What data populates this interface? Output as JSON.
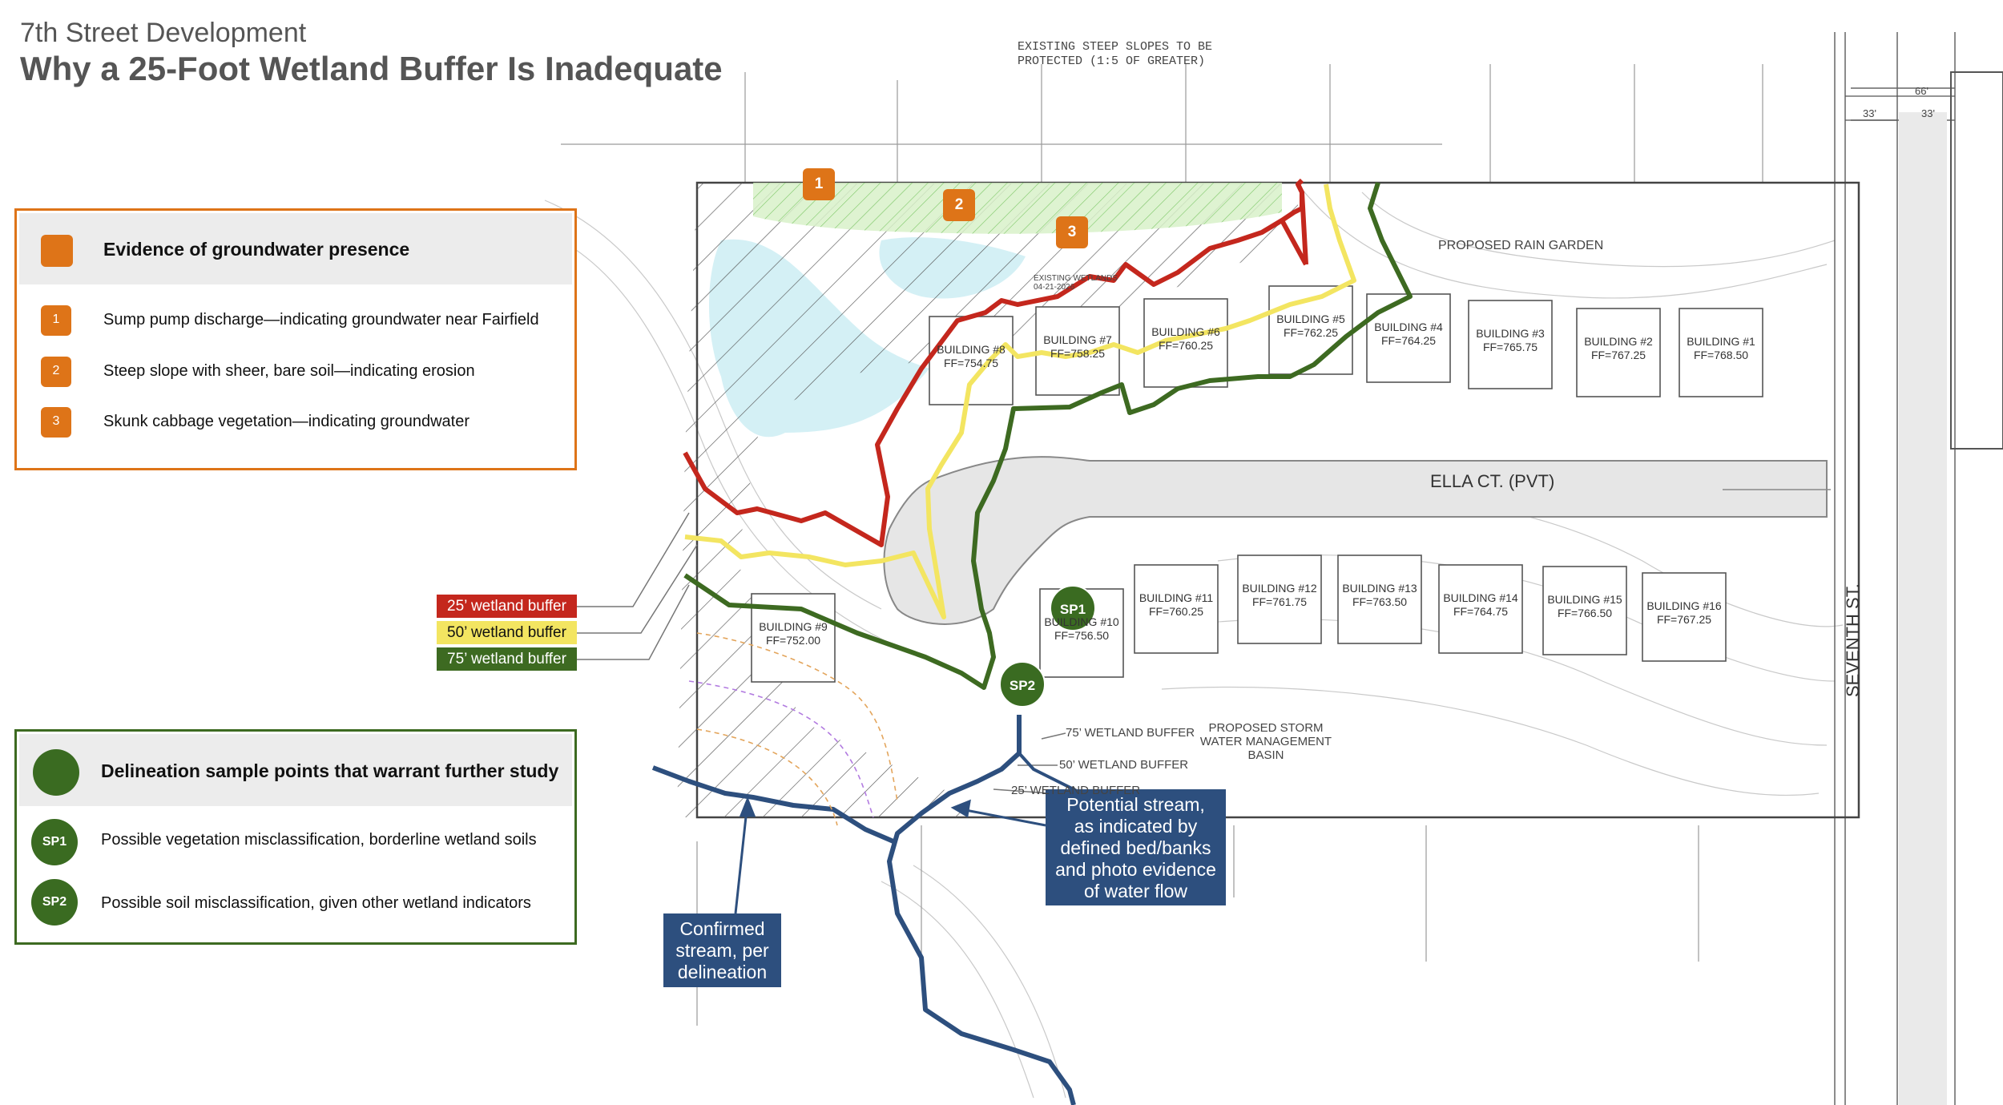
{
  "header": {
    "subtitle": "7th Street Development",
    "title": "Why a 25-Foot Wetland Buffer Is Inadequate"
  },
  "groundwater_legend": {
    "heading": "Evidence of groundwater presence",
    "items": [
      {
        "num": "1",
        "text": "Sump pump discharge—indicating groundwater near Fairfield"
      },
      {
        "num": "2",
        "text": "Steep slope with sheer, bare soil—indicating erosion"
      },
      {
        "num": "3",
        "text": "Skunk cabbage vegetation—indicating groundwater"
      }
    ]
  },
  "buffer_legend": {
    "items": [
      {
        "label": "25’ wetland buffer",
        "color": "#c4271d"
      },
      {
        "label": "50’ wetland buffer",
        "color": "#f3e561"
      },
      {
        "label": "75’ wetland buffer",
        "color": "#3d6a21"
      }
    ]
  },
  "sample_legend": {
    "heading": "Delineation sample points that warrant further study",
    "items": [
      {
        "code": "SP1",
        "text": "Possible vegetation misclassification, borderline wetland soils"
      },
      {
        "code": "SP2",
        "text": "Possible soil misclassification, given other wetland indicators"
      }
    ]
  },
  "callouts": {
    "potential_stream": [
      "Potential stream,",
      "as indicated by",
      "defined bed/banks",
      "and photo evidence",
      "of water flow"
    ],
    "confirmed_stream": [
      "Confirmed",
      "stream, per",
      "delineation"
    ]
  },
  "map_markers": {
    "groundwater": [
      "1",
      "2",
      "3"
    ],
    "samples": [
      "SP1",
      "SP2"
    ]
  },
  "plan": {
    "buildings": [
      {
        "name": "BUILDING #1",
        "ff": "FF=768.50"
      },
      {
        "name": "BUILDING #2",
        "ff": "FF=767.25"
      },
      {
        "name": "BUILDING #3",
        "ff": "FF=765.75"
      },
      {
        "name": "BUILDING #4",
        "ff": "FF=764.25"
      },
      {
        "name": "BUILDING #5",
        "ff": "FF=762.25"
      },
      {
        "name": "BUILDING #6",
        "ff": "FF=760.25"
      },
      {
        "name": "BUILDING #7",
        "ff": "FF=758.25"
      },
      {
        "name": "BUILDING #8",
        "ff": "FF=754.75"
      },
      {
        "name": "BUILDING #9",
        "ff": "FF=752.00"
      },
      {
        "name": "BUILDING #10",
        "ff": "FF=756.50"
      },
      {
        "name": "BUILDING #11",
        "ff": "FF=760.25"
      },
      {
        "name": "BUILDING #12",
        "ff": "FF=761.75"
      },
      {
        "name": "BUILDING #13",
        "ff": "FF=763.50"
      },
      {
        "name": "BUILDING #14",
        "ff": "FF=764.75"
      },
      {
        "name": "BUILDING #15",
        "ff": "FF=766.50"
      },
      {
        "name": "BUILDING #16",
        "ff": "FF=767.25"
      }
    ],
    "road": "ELLA CT. (PVT)",
    "street": "SEVENTH ST.",
    "rain_garden": "PROPOSED RAIN GARDEN",
    "storm_basin": [
      "PROPOSED STORM",
      "WATER MANAGEMENT",
      "BASIN"
    ],
    "steep_slopes": [
      "EXISTING STEEP SLOPES TO BE",
      "PROTECTED (1:5 OF GREATER)"
    ],
    "buffer_labels": [
      "75’ WETLAND BUFFER",
      "50’ WETLAND BUFFER",
      "25’ WETLAND BUFFER"
    ],
    "wetland_label": "EXISTING WETLANDS",
    "wetland_date": "04-21-2026",
    "dims": [
      "66'",
      "33'",
      "33'"
    ]
  }
}
